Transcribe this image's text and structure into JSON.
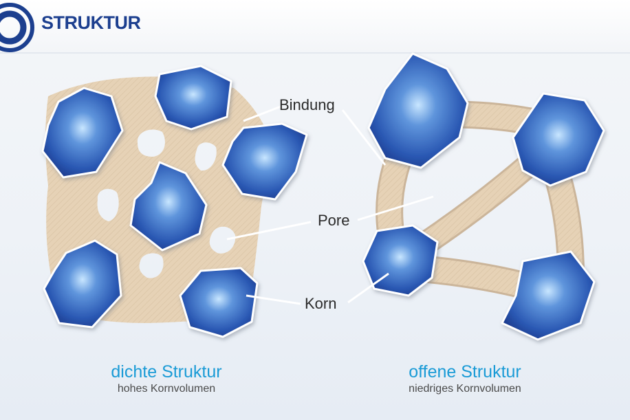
{
  "header": {
    "title": "STRUKTUR"
  },
  "labels": {
    "bond": "Bindung",
    "pore": "Pore",
    "grain": "Korn"
  },
  "left": {
    "title": "dichte Struktur",
    "subtitle": "hohes Kornvolumen"
  },
  "right": {
    "title": "offene Struktur",
    "subtitle": "niedriges Kornvolumen"
  },
  "colors": {
    "title": "#1c3f8f",
    "caption_accent": "#1a9bd6",
    "grain_dark": "#1c3a8c",
    "grain_light": "#c8e6ff",
    "bond": "#e6d2b6"
  },
  "icons": {
    "logo": "circle-logo-icon"
  }
}
